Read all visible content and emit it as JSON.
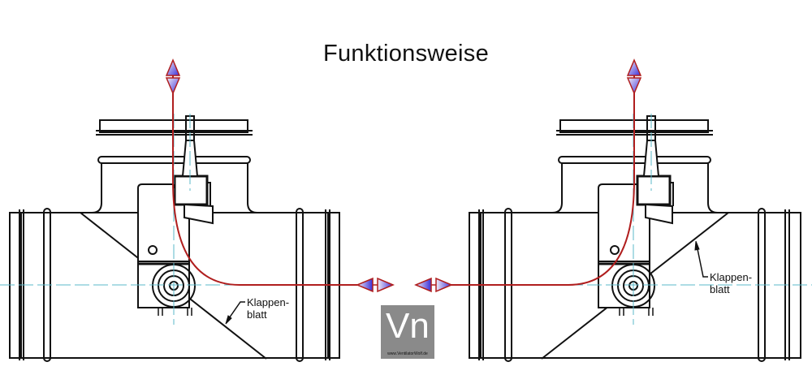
{
  "title": "Funktionsweise",
  "colors": {
    "drawing_line": "#111111",
    "centerline": "#5bb8c9",
    "flow_path": "#b01e1e",
    "arrow_fill_start": "#f4eef7",
    "arrow_fill_end": "#3a2fd8",
    "logo_bg": "#8a8a8a"
  },
  "left_diagram": {
    "label_line1": "Klappen-",
    "label_line2": "blatt",
    "flow": "top outlet to right outlet"
  },
  "right_diagram": {
    "label_line1": "Klappen-",
    "label_line2": "blatt",
    "flow": "top outlet to left outlet"
  },
  "logo": {
    "mark": "Vn",
    "url_text": "www.VentilatorWolf.de"
  }
}
